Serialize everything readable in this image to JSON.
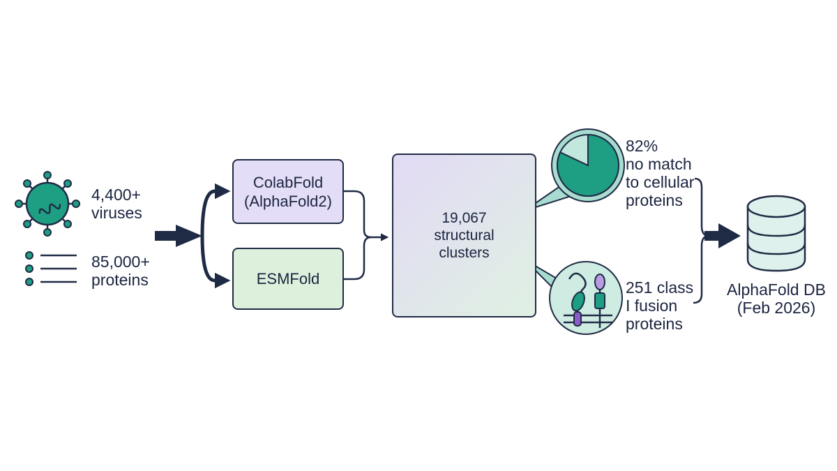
{
  "inputs": {
    "viruses_count": "4,400+",
    "viruses_word": "viruses",
    "proteins_count": "85,000+",
    "proteins_word": "proteins"
  },
  "tools": {
    "colabfold_line1": "ColabFold",
    "colabfold_line2": "(AlphaFold2)",
    "esmfold": "ESMFold"
  },
  "clusters": {
    "line1": "19,067",
    "line2": "structural",
    "line3": "clusters"
  },
  "findings": {
    "no_match": {
      "percent": "82%",
      "line2": "no match",
      "line3": "to cellular",
      "line4": "proteins",
      "pie_fraction": 0.82
    },
    "fusion": {
      "line1": "251 class",
      "line2": "I fusion",
      "line3": "proteins"
    }
  },
  "output": {
    "line1": "AlphaFold DB",
    "line2": "(Feb 2026)"
  },
  "colors": {
    "navy": "#1f2a44",
    "teal": "#1e9e83",
    "teal_light": "#a9dcd0",
    "purple": "#8b5cc9",
    "green_light": "#ddf0dc",
    "lavender": "#e3ddf7",
    "db_fill": "#dff1ec"
  },
  "icons": {
    "virus": "virus-icon",
    "protein_list": "protein-list-icon",
    "pie": "pie-chart-icon",
    "fusion": "fusion-protein-icon",
    "database": "database-icon"
  }
}
